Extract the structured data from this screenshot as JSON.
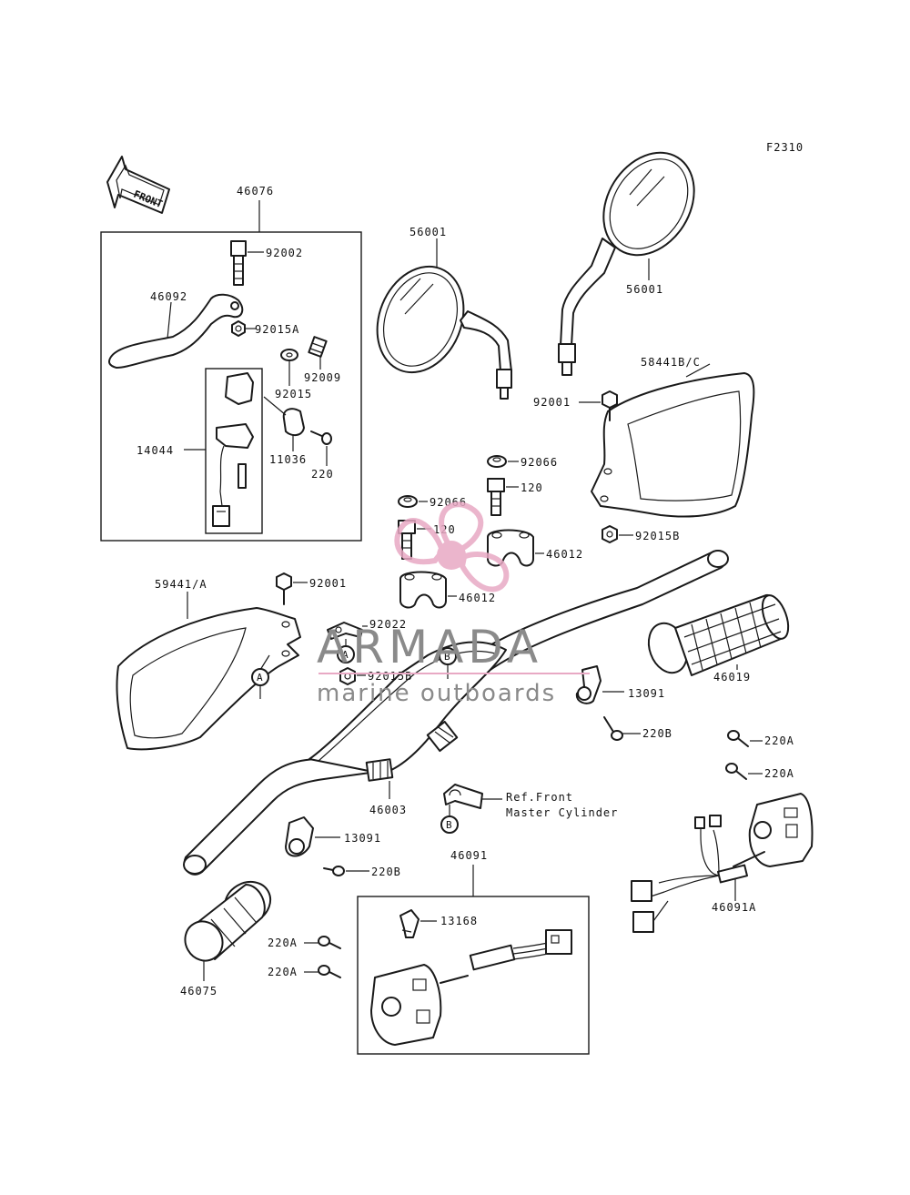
{
  "diagram_code": "F2310",
  "front_arrow": "FRONT",
  "labels": {
    "l46076": "46076",
    "l92002": "92002",
    "l46092": "46092",
    "l92015A_top": "92015A",
    "l92009": "92009",
    "l92015": "92015",
    "l14044": "14044",
    "l11036": "11036",
    "l220_top": "220",
    "l56001_left": "56001",
    "l56001_right": "56001",
    "l58441BC": "58441B/C",
    "l92001_right": "92001",
    "l92066_a": "92066",
    "l120_a": "120",
    "l92066_b": "92066",
    "l120_b": "120",
    "l46012_a": "46012",
    "l46012_b": "46012",
    "l92015B_right": "92015B",
    "l59441A": "59441/A",
    "l92001_left": "92001",
    "l92022": "92022",
    "l92015B_left": "92015B",
    "l46019": "46019",
    "l13091_right": "13091",
    "l220B_right": "220B",
    "l220A_r1": "220A",
    "l220A_r2": "220A",
    "l46003": "46003",
    "ref_line1": "Ref.Front",
    "ref_line2": "Master Cylinder",
    "l13091_left": "13091",
    "l220B_left": "220B",
    "l46091": "46091",
    "l13168": "13168",
    "l46091A": "46091A",
    "l220A_l1": "220A",
    "l220A_l2": "220A",
    "l46075": "46075"
  },
  "markers": {
    "a1": "A",
    "a2": "A",
    "b1": "B",
    "b2": "B"
  },
  "watermark": {
    "brand": "ARMADA",
    "tagline": "marine outboards",
    "logo": "propeller-logo"
  },
  "colors": {
    "ink": "#1a1a1a",
    "watermark_pink": "#e8a9c4",
    "watermark_gray": "#8a8a8a"
  }
}
